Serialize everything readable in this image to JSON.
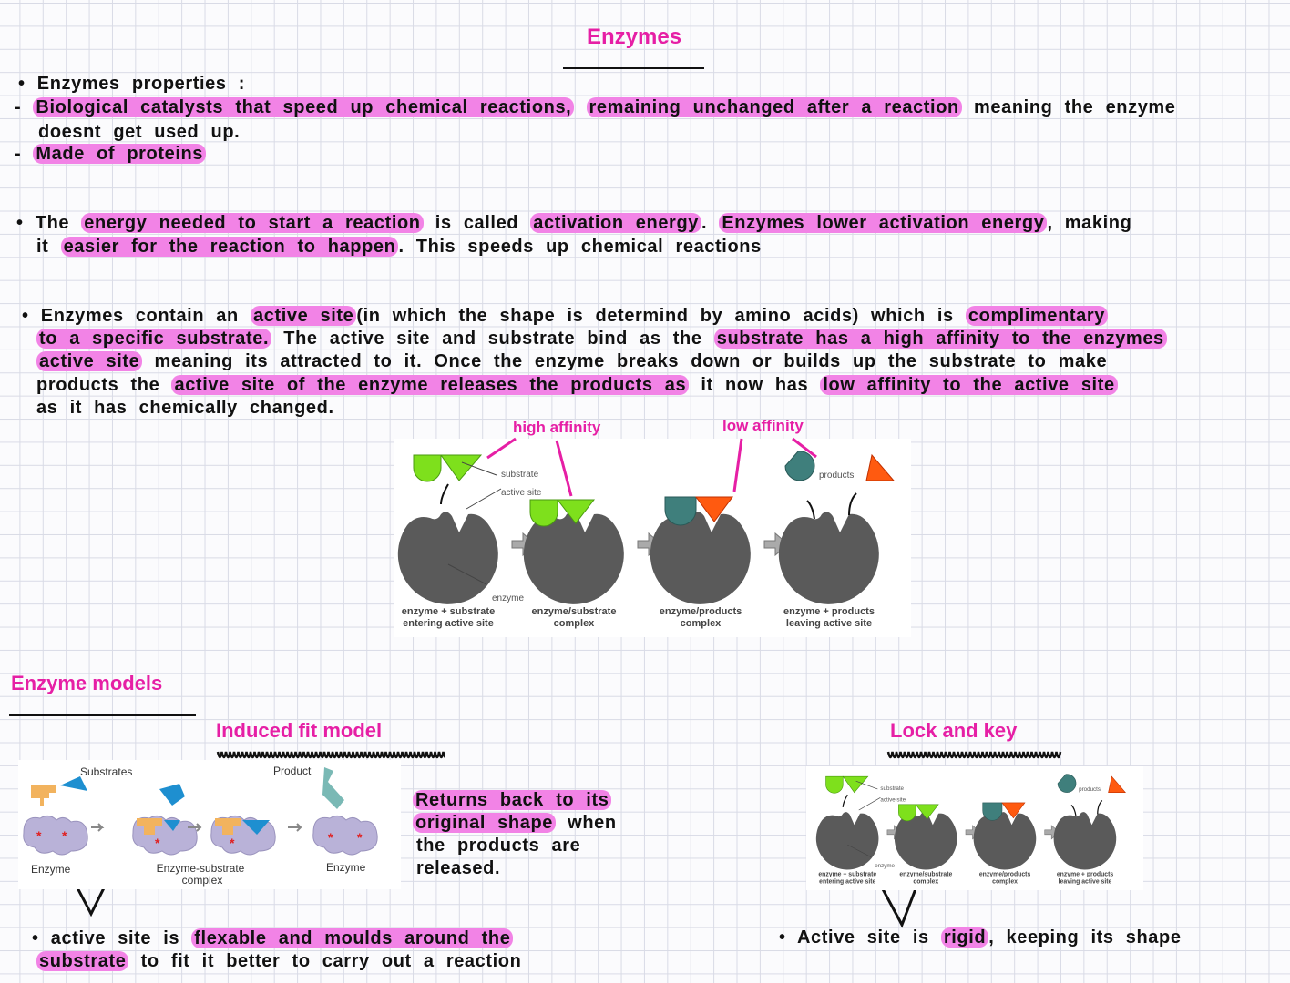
{
  "title": "Enzymes",
  "colors": {
    "highlight": "#f283e6",
    "heading": "#e61fa5",
    "substrate": "#7ee01c",
    "product_teal": "#3f7f7c",
    "product_orange": "#ff5a10",
    "enzyme": "#5a5a5a"
  },
  "notes": {
    "lines": [
      {
        "segs": [
          {
            "t": "• Enzymes  properties :",
            "h": false
          }
        ]
      },
      {
        "segs": [
          {
            "t": "- ",
            "h": false
          },
          {
            "t": "Biological catalysts that speed up chemical reactions,",
            "h": true
          },
          {
            "t": " ",
            "h": false
          },
          {
            "t": "remaining unchanged after a reaction",
            "h": true
          },
          {
            "t": " meaning the enzyme",
            "h": false
          }
        ]
      },
      {
        "segs": [
          {
            "t": "doesnt get used up.",
            "h": false
          }
        ]
      },
      {
        "segs": [
          {
            "t": "- ",
            "h": false
          },
          {
            "t": "Made of proteins",
            "h": true
          }
        ]
      },
      {
        "segs": [
          {
            "t": "• The ",
            "h": false
          },
          {
            "t": "energy needed to start a reaction",
            "h": true
          },
          {
            "t": " is called ",
            "h": false
          },
          {
            "t": "activation energy",
            "h": true
          },
          {
            "t": ". ",
            "h": false
          },
          {
            "t": "Enzymes lower activation energy",
            "h": true
          },
          {
            "t": ", making",
            "h": false
          }
        ]
      },
      {
        "segs": [
          {
            "t": "it ",
            "h": false
          },
          {
            "t": "easier for the reaction to happen",
            "h": true
          },
          {
            "t": ". This speeds up chemical reactions",
            "h": false
          }
        ]
      },
      {
        "segs": [
          {
            "t": "• Enzymes contain an ",
            "h": false
          },
          {
            "t": "active site",
            "h": true
          },
          {
            "t": "(in which the shape is determind by amino acids) which is ",
            "h": false
          },
          {
            "t": "complimentary",
            "h": true
          }
        ]
      },
      {
        "segs": [
          {
            "t": "to a specific substrate.",
            "h": true
          },
          {
            "t": " The active site and substrate bind as the ",
            "h": false
          },
          {
            "t": "substrate has a high affinity to the enzymes",
            "h": true
          }
        ]
      },
      {
        "segs": [
          {
            "t": "active site",
            "h": true
          },
          {
            "t": " meaning its attracted to it. Once the enzyme breaks down or builds up the substrate to make",
            "h": false
          }
        ]
      },
      {
        "segs": [
          {
            "t": "products the ",
            "h": false
          },
          {
            "t": "active site of the enzyme releases the products as",
            "h": true
          },
          {
            "t": " it now has ",
            "h": false
          },
          {
            "t": "low affinity to the active site",
            "h": true
          }
        ]
      },
      {
        "segs": [
          {
            "t": "as it has chemically changed.",
            "h": false
          }
        ]
      },
      {
        "segs": [
          {
            "t": "Returns back to its",
            "h": true
          }
        ]
      },
      {
        "segs": [
          {
            "t": "original shape",
            "h": true
          },
          {
            "t": " when",
            "h": false
          }
        ]
      },
      {
        "segs": [
          {
            "t": "the products are",
            "h": false
          }
        ]
      },
      {
        "segs": [
          {
            "t": "released.",
            "h": false
          }
        ]
      },
      {
        "segs": [
          {
            "t": "• active site is ",
            "h": false
          },
          {
            "t": "flexable and moulds around the",
            "h": true
          }
        ]
      },
      {
        "segs": [
          {
            "t": "substrate",
            "h": true
          },
          {
            "t": " to fit it better to carry out a reaction",
            "h": false
          }
        ]
      },
      {
        "segs": [
          {
            "t": "• Active site is ",
            "h": false
          },
          {
            "t": "rigid",
            "h": true
          },
          {
            "t": ", keeping its shape",
            "h": false
          }
        ]
      }
    ]
  },
  "annotations": {
    "high_affinity": "high affinity",
    "low_affinity": "low affinity"
  },
  "models": {
    "heading": "Enzyme models",
    "induced_fit": "Induced fit model",
    "lock_and_key": "Lock and key"
  },
  "diagram": {
    "substrate": "substrate",
    "active_site": "active site",
    "enzyme": "enzyme",
    "products": "products",
    "captions": [
      [
        "enzyme + substrate",
        "entering active site"
      ],
      [
        "enzyme/substrate",
        "complex"
      ],
      [
        "enzyme/products",
        "complex"
      ],
      [
        "enzyme + products",
        "leaving active site"
      ]
    ]
  },
  "induced_fit_diagram": {
    "substrates": "Substrates",
    "product": "Product",
    "enzyme1": "Enzyme",
    "complex": [
      "Enzyme-substrate",
      "complex"
    ],
    "enzyme2": "Enzyme"
  }
}
